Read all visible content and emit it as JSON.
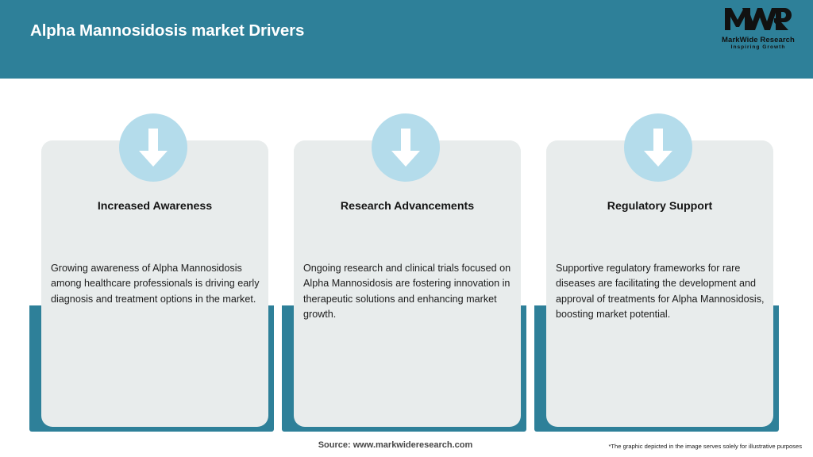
{
  "header": {
    "title": "Alpha Mannosidosis market Drivers",
    "background_color": "#2e8099",
    "title_color": "#ffffff"
  },
  "logo": {
    "mark": "MWR",
    "name": "MarkWide Research",
    "tagline": "Inspiring Growth"
  },
  "cards": [
    {
      "icon": "down-arrow-icon",
      "heading": "Increased Awareness",
      "body": "Growing awareness of Alpha Mannosidosis among healthcare professionals is driving early diagnosis and treatment options in the market."
    },
    {
      "icon": "down-arrow-icon",
      "heading": "Research Advancements",
      "body": "Ongoing research and clinical trials focused on Alpha Mannosidosis are fostering innovation in therapeutic solutions and enhancing market growth."
    },
    {
      "icon": "down-arrow-icon",
      "heading": "Regulatory Support",
      "body": "Supportive regulatory frameworks for rare diseases are facilitating the development and approval of treatments for Alpha Mannosidosis, boosting market potential."
    }
  ],
  "footer": {
    "source": "Source: www.markwideresearch.com",
    "disclaimer": "*The graphic depicted in the image serves solely for illustrative purposes"
  },
  "colors": {
    "teal": "#2e8099",
    "card_grey": "#e8ecec",
    "icon_circle_blue": "#b4dceb",
    "arrow_white": "#ffffff"
  }
}
